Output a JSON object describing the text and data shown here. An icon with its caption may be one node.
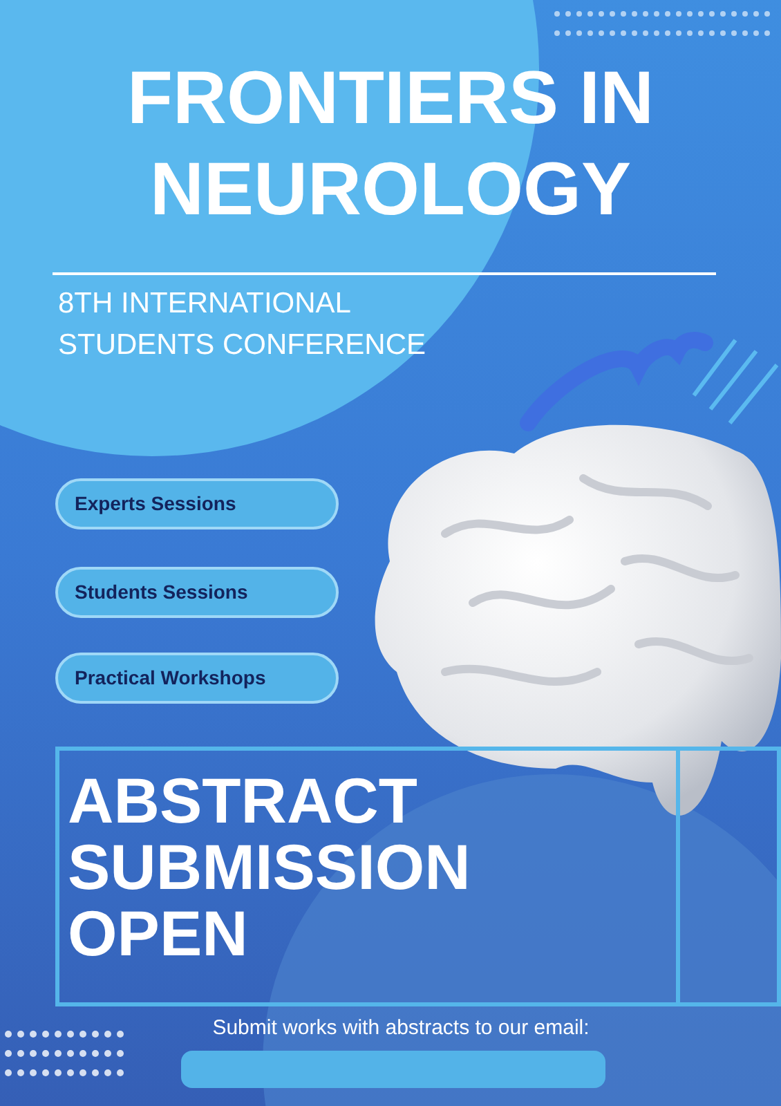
{
  "diagram": {
    "title": "FRONTIERS IN NEUROLOGY",
    "nodes": [
      {
        "text": [
          "Experts Sessions"
        ]
      },
      {
        "text": [
          "Students Sessions"
        ]
      },
      {
        "text": [
          "Practical Workshops"
        ]
      },
      {
        "text": [
          "ABSTRACT SUBMISSION OPEN"
        ]
      },
      {
        "text": [],
        "shape": "box"
      }
    ],
    "edges": [],
    "labels": [
      "8TH INTERNATIONAL STUDENTS CONFERENCE",
      "Submit works with abstracts to our email:"
    ]
  }
}
